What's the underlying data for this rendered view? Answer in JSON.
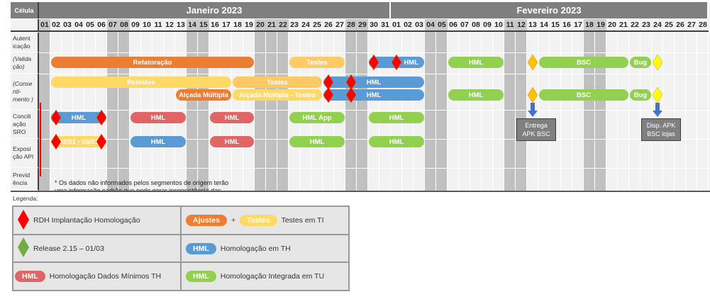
{
  "header": {
    "cell_label": "Célula",
    "months": [
      {
        "label": "Janeiro 2023",
        "days": 31
      },
      {
        "label": "Fevereiro 2023",
        "days": 28
      }
    ]
  },
  "days": [
    "01",
    "02",
    "03",
    "04",
    "05",
    "06",
    "07",
    "08",
    "09",
    "10",
    "11",
    "12",
    "13",
    "14",
    "15",
    "16",
    "17",
    "18",
    "19",
    "20",
    "21",
    "22",
    "23",
    "24",
    "25",
    "26",
    "27",
    "28",
    "29",
    "30",
    "31",
    "01",
    "02",
    "03",
    "04",
    "05",
    "06",
    "07",
    "08",
    "09",
    "10",
    "11",
    "12",
    "13",
    "14",
    "15",
    "16",
    "17",
    "18",
    "19",
    "20",
    "21",
    "22",
    "23",
    "24",
    "25",
    "26",
    "27",
    "28"
  ],
  "shaded_day_indices": [
    0,
    6,
    7,
    13,
    14,
    19,
    20,
    21,
    27,
    28,
    34,
    35,
    41,
    42,
    48,
    49
  ],
  "rows": [
    {
      "id": "aut",
      "label": "Autent icação",
      "italic": false
    },
    {
      "id": "val",
      "label": "(Valida ção)",
      "italic": true
    },
    {
      "id": "cons",
      "label": "(Conse nti- mento )",
      "italic": true
    },
    {
      "id": "conc",
      "label": "Concili ação SRO",
      "italic": false
    },
    {
      "id": "expo",
      "label": "Exposi ção API",
      "italic": false
    },
    {
      "id": "prev",
      "label": "Previd ência",
      "italic": false
    }
  ],
  "colors": {
    "orange": "#ed7d31",
    "yellow": "#ffd966",
    "lightorange": "#ffc966",
    "blue": "#5b9bd5",
    "red": "#e06666",
    "green": "#92d050",
    "diamond_red": "#ff0000",
    "diamond_orange": "#ffc000",
    "diamond_yellow": "#ffff00",
    "diamond_green": "#70ad47",
    "arrow": "#4472c4"
  },
  "bars": [
    {
      "lane": "val",
      "label": "Refatoração",
      "color": "orange",
      "start": 1,
      "end": 18
    },
    {
      "lane": "val",
      "label": "Testes",
      "color": "lightorange",
      "start": 22,
      "end": 26
    },
    {
      "lane": "val",
      "label": "HML",
      "color": "blue",
      "start": 29,
      "end": 33
    },
    {
      "lane": "val",
      "label": "HML",
      "color": "green",
      "start": 36,
      "end": 40
    },
    {
      "lane": "val",
      "label": "BSC",
      "color": "green",
      "start": 44,
      "end": 51
    },
    {
      "lane": "val",
      "label": "Bug",
      "color": "green",
      "start": 52,
      "end": 53
    },
    {
      "lane": "cons1",
      "label": "Retestes",
      "color": "yellow",
      "start": 1,
      "end": 16
    },
    {
      "lane": "cons1",
      "label": "Testes",
      "color": "lightorange",
      "start": 17,
      "end": 24
    },
    {
      "lane": "cons1",
      "label": "HML",
      "color": "blue",
      "start": 25,
      "end": 33
    },
    {
      "lane": "cons2",
      "label": "Alçada Múltipla",
      "color": "orange",
      "start": 12,
      "end": 16
    },
    {
      "lane": "cons2",
      "label": "Alçada Múltipla - Testes",
      "color": "yellow",
      "start": 17,
      "end": 24
    },
    {
      "lane": "cons2",
      "label": "HML",
      "color": "blue",
      "start": 25,
      "end": 33
    },
    {
      "lane": "cons2",
      "label": "HML",
      "color": "green",
      "start": 36,
      "end": 40
    },
    {
      "lane": "cons2",
      "label": "BSC",
      "color": "green",
      "start": 44,
      "end": 51
    },
    {
      "lane": "cons2",
      "label": "Bug",
      "color": "green",
      "start": 52,
      "end": 53
    },
    {
      "lane": "conc",
      "label": "HML",
      "color": "blue",
      "start": 1,
      "end": 5
    },
    {
      "lane": "conc",
      "label": "HML",
      "color": "red",
      "start": 8,
      "end": 12
    },
    {
      "lane": "conc",
      "label": "HML",
      "color": "red",
      "start": 15,
      "end": 18
    },
    {
      "lane": "conc",
      "label": "HML App",
      "color": "green",
      "start": 22,
      "end": 26
    },
    {
      "lane": "conc",
      "label": "HML",
      "color": "green",
      "start": 29,
      "end": 33
    },
    {
      "lane": "expo",
      "label": "02/01 - 06/01",
      "color": "yellow",
      "start": 1,
      "end": 5
    },
    {
      "lane": "expo",
      "label": "HML",
      "color": "blue",
      "start": 8,
      "end": 12
    },
    {
      "lane": "expo",
      "label": "HML",
      "color": "red",
      "start": 15,
      "end": 18
    },
    {
      "lane": "expo",
      "label": "HML",
      "color": "green",
      "start": 22,
      "end": 26
    },
    {
      "lane": "expo",
      "label": "HML",
      "color": "green",
      "start": 29,
      "end": 33
    }
  ],
  "diamonds": [
    {
      "lane": "val",
      "day": 29,
      "color": "diamond_red"
    },
    {
      "lane": "val",
      "day": 31,
      "color": "diamond_red"
    },
    {
      "lane": "val",
      "day": 43,
      "color": "diamond_orange"
    },
    {
      "lane": "val",
      "day": 54,
      "color": "diamond_yellow"
    },
    {
      "lane": "cons1",
      "day": 25,
      "color": "diamond_red"
    },
    {
      "lane": "cons1",
      "day": 27,
      "color": "diamond_red"
    },
    {
      "lane": "cons2",
      "day": 25,
      "color": "diamond_red"
    },
    {
      "lane": "cons2",
      "day": 27,
      "color": "diamond_red"
    },
    {
      "lane": "cons2",
      "day": 43,
      "color": "diamond_orange"
    },
    {
      "lane": "cons2",
      "day": 54,
      "color": "diamond_yellow"
    },
    {
      "lane": "conc",
      "day": 1,
      "color": "diamond_red"
    },
    {
      "lane": "conc",
      "day": 5,
      "color": "diamond_red"
    },
    {
      "lane": "expo",
      "day": 1,
      "color": "diamond_red"
    },
    {
      "lane": "expo",
      "day": 5,
      "color": "diamond_red"
    }
  ],
  "callouts": [
    {
      "day": 43,
      "line1": "Entrega",
      "line2": "APK BSC"
    },
    {
      "day": 54,
      "line1": "Disp. APK",
      "line2": "BSC lojas"
    }
  ],
  "note": {
    "line1": "* Os dados não informados pelos segmentos de origem terão",
    "line2": "uma informação padrão que pode gerar inconsistência das"
  },
  "legend": {
    "title": "Legenda:",
    "rdh": "RDH Implantação Homologação",
    "release": "Release 2.15 – 01/03",
    "hml_red_pill": "HML",
    "hml_red_text": "Homologação Dados Mínimos TH",
    "ajustes_pill": "Ajustes",
    "plus": "+",
    "testes_pill": "Testes",
    "testes_text": "Testes em TI",
    "hml_blue_pill": "HML",
    "hml_blue_text": "Homologação em TH",
    "hml_green_pill": "HML",
    "hml_green_text": "Homologação Integrada em TU"
  }
}
